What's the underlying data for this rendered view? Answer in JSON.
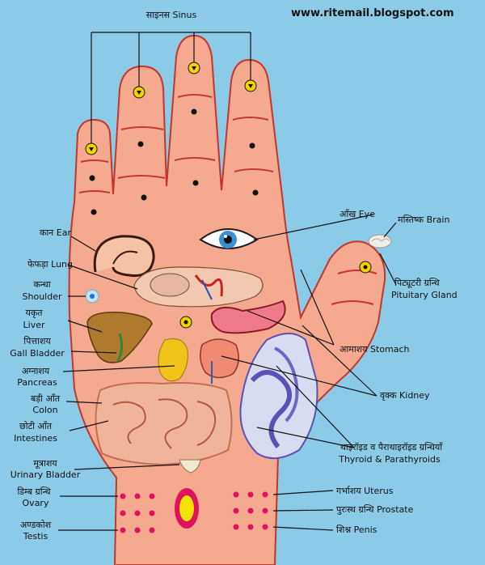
{
  "site_url": "www.ritemail.blogspot.com",
  "labels": {
    "sinus": "साइनस Sinus",
    "eye": "आँख Eye",
    "brain": "मस्तिष्क Brain",
    "pituitary_hi": "पिट्यूटरी ग्रन्थि",
    "pituitary_en": "Pituitary Gland",
    "ear": "कान Ear",
    "lung": "फेफड़ा Lung",
    "shoulder_hi": "कन्धा",
    "shoulder_en": "Shoulder",
    "liver_hi": "यकृत",
    "liver_en": "Liver",
    "gall_hi": "पित्ताशय",
    "gall_en": "Gall Bladder",
    "pancreas_hi": "अग्नाशय",
    "pancreas_en": "Pancreas",
    "colon_hi": "बड़ी आँत",
    "colon_en": "Colon",
    "intestines_hi": "छोटी आँत",
    "intestines_en": "Intestines",
    "bladder_hi": "मूत्राशय",
    "bladder_en": "Urinary Bladder",
    "ovary_hi": "डिम्ब ग्रन्थि",
    "ovary_en": "Ovary",
    "testis_hi": "अण्डकोश",
    "testis_en": "Testis",
    "stomach": "आमाशय Stomach",
    "kidney": "वृक्क Kidney",
    "thyroid_hi": "थाइरॉइड व पैराथाइरॉइड ग्रन्थियाँ",
    "thyroid_en": "Thyroid & Parathyroids",
    "uterus": "गर्भाशय Uterus",
    "prostate": "पुरःस्थ ग्रन्थि Prostate",
    "penis": "शिश्न Penis"
  },
  "colors": {
    "background": "#8ccbe8",
    "skin": "#f5a98e",
    "crease": "#c4362c",
    "point": "#111111",
    "reproductive_point": "#e0115f",
    "liver": "#b07a2e",
    "stomach": "#f07a8c",
    "pancreas": "#f2c41a",
    "thyroid": "#5a50b8"
  }
}
